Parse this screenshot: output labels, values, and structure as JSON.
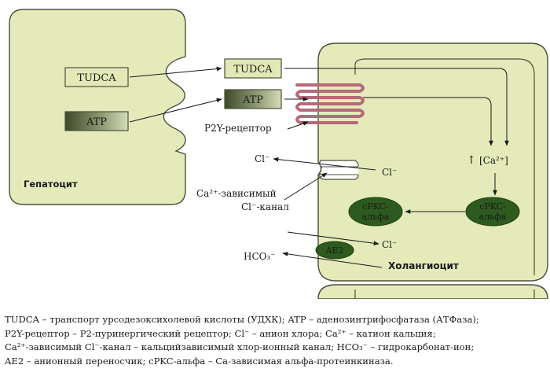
{
  "labels": {
    "tudca_hep": "TUDCA",
    "atp_hep": "ATP",
    "tudca_chol": "TUDCA",
    "atp_chol": "ATP",
    "p2y": "P2Y-рецептор",
    "hepatocyte": "Гепатоцит",
    "cl_out": "Cl⁻",
    "cl_in": "Cl⁻",
    "ca_channel_1": "Ca²⁺-зависимый",
    "ca_channel_2": "Cl⁻-канал",
    "ca_arrow": "↑",
    "ca_ion": "[Ca²⁺]",
    "cpkc_left_1": "cPKC-",
    "cpkc_left_2": "альфа",
    "cpkc_right_1": "cPKC-",
    "cpkc_right_2": "альфа",
    "cl_ae2": "Cl⁻",
    "hco3": "HCO₃⁻",
    "ae2": "AE2",
    "cholangiocyte": "Холангиоцит"
  },
  "legend": [
    "TUDCA – транспорт урсодезоксихолевой кислоты (УДХК); ATP – аденозинтрифосфатаза (АТФаза);",
    "P2Y-рецептор – P2-пуринергический рецептор; Cl⁻ – анион хлора; Ca²⁺ – катион кальция;",
    "Ca²⁺-зависимый Cl⁻-канал – кальцийзависимый хлор-ионный канал; HCO₃⁻ – гидрокарбонат-ион;",
    "AE2 – анионный переносчик; cPKC-альфа – Ca-зависимая альфа-протеинкиназа."
  ],
  "colors": {
    "cell_fill": "#e4eaba",
    "cell_stroke": "#4e4e3c",
    "box_light": "#e3e9b6",
    "box_dark_a": "#3f4a2a",
    "box_dark_b": "#c5cfa8",
    "oval": "#2d5a1e",
    "receptor": "#b56a78"
  }
}
